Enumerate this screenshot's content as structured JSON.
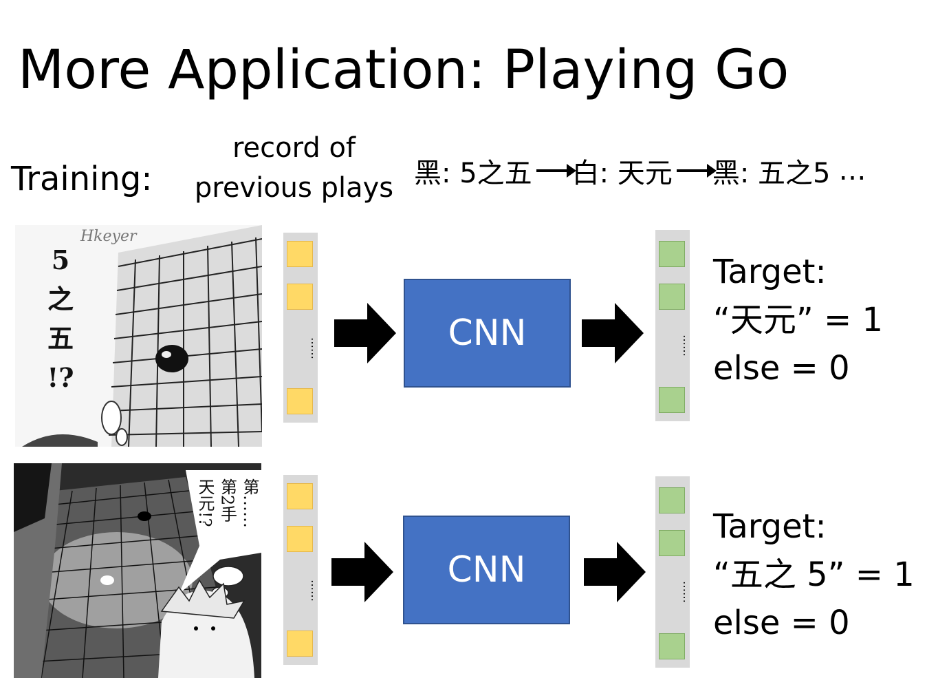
{
  "slide": {
    "title": "More Application: Playing Go",
    "training_label": "Training:",
    "record_line1": "record of",
    "record_line2": "previous plays",
    "sequence": {
      "step1": "黑: 5之五",
      "step2": "白: 天元",
      "step3": "黑: 五之5",
      "ellipsis": "…"
    },
    "rows": [
      {
        "manga_text": [
          "5",
          "之",
          "五",
          "!?"
        ],
        "manga_signature": "Hkeyer",
        "cnn_label": "CNN",
        "vector_dots": "……",
        "target_title": "Target:",
        "target_value": "“天元” = 1",
        "target_else": "else = 0"
      },
      {
        "manga_text": [
          "天元!?",
          "第2手",
          "第……"
        ],
        "cnn_label": "CNN",
        "vector_dots": "……",
        "target_title": "Target:",
        "target_value": "“五之 5” = 1",
        "target_else": "else = 0"
      }
    ]
  },
  "colors": {
    "cnn_fill": "#4472c4",
    "input_cell": "#ffd966",
    "output_cell": "#a9d18e",
    "vector_bg": "#d9d9d9"
  }
}
